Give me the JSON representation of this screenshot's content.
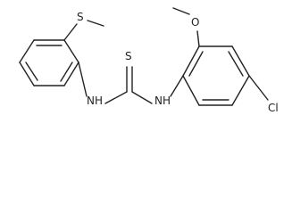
{
  "colors": {
    "bond": "#222222",
    "label": "#222222",
    "background": "#ffffff"
  },
  "atoms": {
    "thiocarbonyl_s": "S",
    "methylthio_s": "S",
    "methoxy_o": "O",
    "chloro": "Cl",
    "nh_left": "NH",
    "nh_left_n": "N",
    "nh_left_h": "H",
    "nh_right": "NH",
    "nh_right_n": "N",
    "nh_right_h": "H"
  }
}
